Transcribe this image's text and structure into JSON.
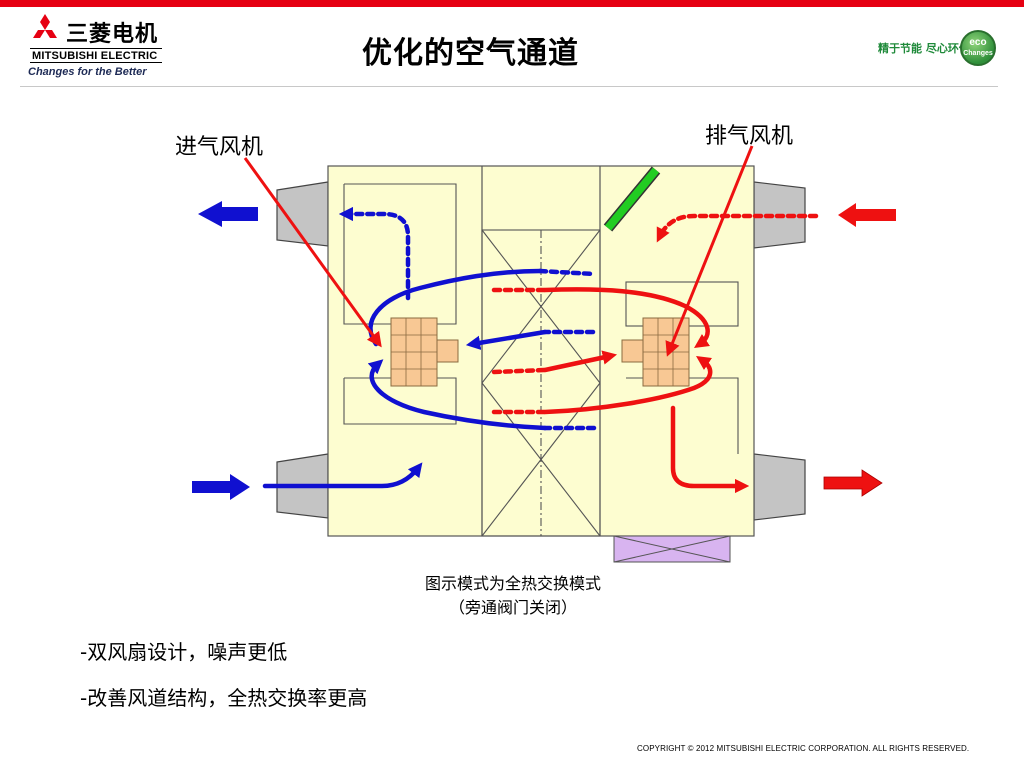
{
  "header": {
    "logo_cn": "三菱电机",
    "logo_en": "MITSUBISHI ELECTRIC",
    "logo_tagline": "Changes for the Better",
    "title": "优化的空气通道",
    "eco_tagline": "精于节能 尽心环保",
    "eco_badge_top": "eco",
    "eco_badge_bottom": "Changes"
  },
  "diagram": {
    "intake_fan_label": "进气风机",
    "exhaust_fan_label": "排气风机",
    "caption_line1": "图示模式为全热交换模式",
    "caption_line2": "（旁通阀门关闭）",
    "colors": {
      "supply_air": "#1010d0",
      "exhaust_air": "#ee1111",
      "housing": "#fdfdd0",
      "duct": "#c4c4c4",
      "fan_core": "#f8c894",
      "bypass_damper": "#22cc22",
      "filter_box": "#d8b4f0"
    }
  },
  "bullets": [
    "-双风扇设计，噪声更低",
    "-改善风道结构，全热交换率更高"
  ],
  "footer": {
    "copyright": "COPYRIGHT © 2012 MITSUBISHI ELECTRIC CORPORATION. ALL RIGHTS RESERVED."
  }
}
